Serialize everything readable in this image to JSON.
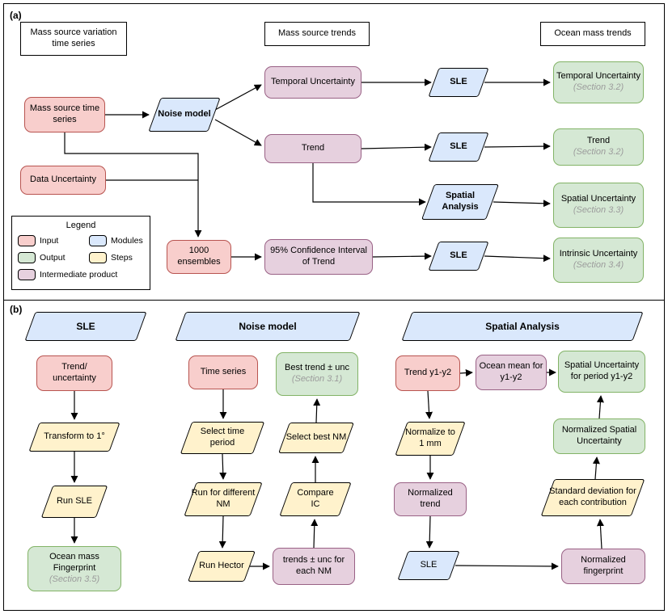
{
  "figure": {
    "panel_a_tag": "(a)",
    "panel_b_tag": "(b)"
  },
  "colors": {
    "input_fill": "#f8cecc",
    "input_stroke": "#b85450",
    "output_fill": "#d5e8d4",
    "output_stroke": "#82b366",
    "intermediate_fill": "#e6d0de",
    "intermediate_stroke": "#996185",
    "module_fill": "#dae8fc",
    "module_stroke": "#6c8ebf",
    "step_fill": "#fff2cc",
    "step_stroke": "#d6b656",
    "section_text": "#9c9c9c"
  },
  "panel_a": {
    "headers": {
      "col1": "Mass source variation time series",
      "col2": "Mass source trends",
      "col3": "Ocean mass trends"
    },
    "nodes": {
      "mass_source_time_series": "Mass source time series",
      "noise_model": "Noise model",
      "data_uncertainty": "Data Uncertainty",
      "temporal_uncertainty": "Temporal Uncertainty",
      "trend": "Trend",
      "ensembles": "1000 ensembles",
      "confidence_interval": "95% Confidence Interval of Trend",
      "sle_temporal": "SLE",
      "sle_trend": "SLE",
      "sle_intrinsic": "SLE",
      "spatial_analysis": "Spatial Analysis",
      "out_temporal": {
        "label": "Temporal Uncertainty",
        "section": "(Section 3.2)"
      },
      "out_trend": {
        "label": "Trend",
        "section": "(Section 3.2)"
      },
      "out_spatial": {
        "label": "Spatial Uncertainty",
        "section": "(Section 3.3)"
      },
      "out_intrinsic": {
        "label": "Intrinsic Uncertainty",
        "section": "(Section 3.4)"
      }
    },
    "legend": {
      "title": "Legend",
      "items": [
        {
          "label": "Input",
          "type": "input"
        },
        {
          "label": "Output",
          "type": "output"
        },
        {
          "label": "Intermediate product",
          "type": "intermediate"
        },
        {
          "label": "Modules",
          "type": "module"
        },
        {
          "label": "Steps",
          "type": "step"
        }
      ]
    }
  },
  "panel_b": {
    "headers": {
      "sle": "SLE",
      "noise_model": "Noise model",
      "spatial_analysis": "Spatial Analysis"
    },
    "sle_flow": {
      "trend_uncertainty": "Trend/\nuncertainty",
      "transform": "Transform to 1°",
      "run_sle": "Run SLE",
      "fingerprint": {
        "label": "Ocean mass Fingerprint",
        "section": "(Section 3.5)"
      }
    },
    "noise_flow": {
      "time_series": "Time series",
      "select_time_period": "Select time period",
      "run_different_nm": "Run for different NM",
      "run_hector": "Run Hector",
      "trends_unc": "trends ± unc for each NM",
      "compare_ic": "Compare\nIC",
      "select_best_nm": "Select best NM",
      "best_trend": {
        "label": "Best trend ± unc",
        "section": "(Section 3.1)"
      }
    },
    "spatial_flow": {
      "trend_y1_y2": "Trend y1-y2",
      "ocean_mean": "Ocean mean for y1-y2",
      "spatial_uncertainty_period": "Spatial Uncertainty for period y1-y2",
      "normalize": "Normalize to 1 mm",
      "normalized_spatial_uncertainty": "Normalized Spatial Uncertainty",
      "normalized_trend": "Normalized trend",
      "standard_deviation": "Standard deviation for each contribution",
      "sle": "SLE",
      "normalized_fingerprint": "Normalized fingerprint"
    }
  }
}
